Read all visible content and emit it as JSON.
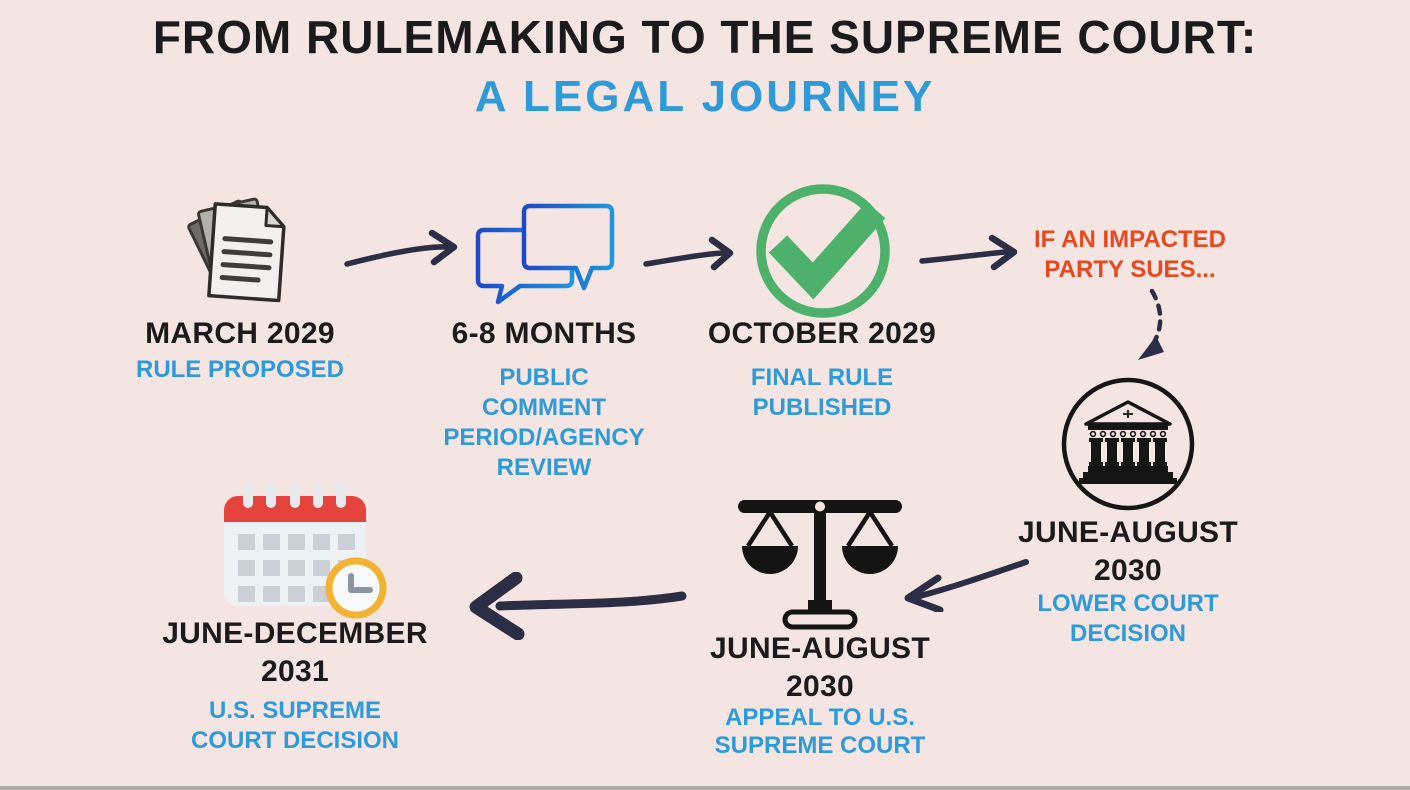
{
  "title": {
    "line1": "FROM RULEMAKING TO THE SUPREME COURT:",
    "line2": "A LEGAL JOURNEY"
  },
  "steps": [
    {
      "name": "rule-proposed",
      "icon": "documents-icon",
      "heading": [
        "MARCH 2029"
      ],
      "detail": [
        "RULE PROPOSED"
      ]
    },
    {
      "name": "public-comment",
      "icon": "speech-bubbles-icon",
      "heading": [
        "6-8 MONTHS"
      ],
      "detail": [
        "PUBLIC",
        "COMMENT",
        "PERIOD/AGENCY",
        "REVIEW"
      ]
    },
    {
      "name": "final-rule-published",
      "icon": "checkmark-circle-icon",
      "heading": [
        "OCTOBER 2029"
      ],
      "detail": [
        "FINAL RULE",
        "PUBLISHED"
      ]
    },
    {
      "name": "lower-court-decision",
      "icon": "courthouse-icon",
      "heading": [
        "JUNE-AUGUST",
        "2030"
      ],
      "detail": [
        "LOWER COURT",
        "DECISION"
      ]
    },
    {
      "name": "appeal-supreme-court",
      "icon": "scales-of-justice-icon",
      "heading": [
        "JUNE-AUGUST",
        "2030"
      ],
      "detail": [
        "APPEAL TO U.S.",
        "SUPREME COURT"
      ]
    },
    {
      "name": "supreme-court-decision",
      "icon": "calendar-clock-icon",
      "heading": [
        "JUNE-DECEMBER",
        "2031"
      ],
      "detail": [
        "U.S. SUPREME",
        "COURT DECISION"
      ]
    }
  ],
  "conditional_note": {
    "lines": [
      "IF AN IMPACTED",
      "PARTY SUES..."
    ]
  },
  "colors": {
    "background": "#f5e5e2",
    "title_black": "#1b1b1d",
    "accent_blue": "#2e9ad8",
    "alert_orange": "#e8481e",
    "success_green": "#4db16c",
    "arrow_navy": "#2b2e44",
    "icon_black": "#161616",
    "calendar_red": "#e5443c",
    "clock_amber": "#f2b232"
  }
}
